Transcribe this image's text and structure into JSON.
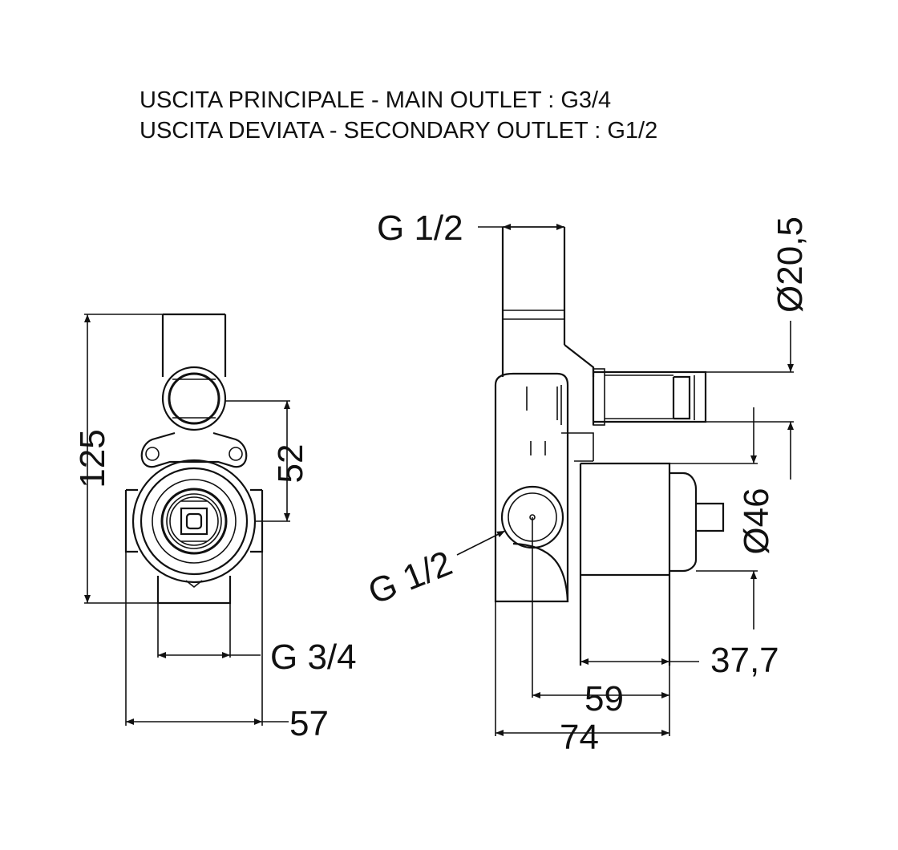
{
  "header": {
    "line1": "USCITA PRINCIPALE - MAIN OUTLET : G3/4",
    "line2": "USCITA DEVIATA - SECONDARY OUTLET : G1/2"
  },
  "front_view": {
    "dim_height": "125",
    "dim_center": "52",
    "thread_bottom": "G 3/4",
    "dim_width": "57"
  },
  "side_view": {
    "thread_top": "G 1/2",
    "dim_pipe_dia": "Ø20,5",
    "thread_side": "G 1/2",
    "dim_body_dia": "Ø46",
    "dim_depth_1": "37,7",
    "dim_depth_2": "59",
    "dim_depth_3": "74"
  },
  "colors": {
    "line": "#111111",
    "background": "#ffffff"
  }
}
